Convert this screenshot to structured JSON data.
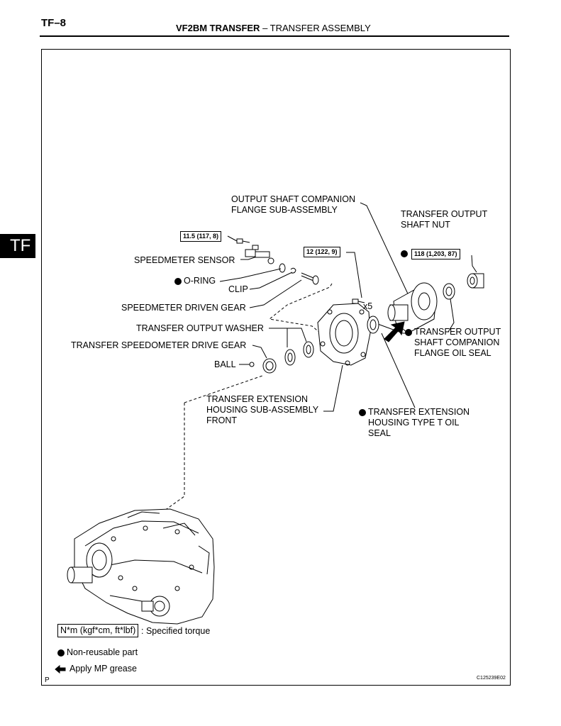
{
  "header": {
    "page_number": "TF–8",
    "title_bold": "VF2BM TRANSFER",
    "title_sep": " – ",
    "title_rest": "TRANSFER ASSEMBLY"
  },
  "side_tab": "TF",
  "torques": {
    "speed_sensor": "11.5 (117, 8)",
    "housing_bolts": "12 (122, 9)",
    "shaft_nut": "118 (1,203, 87)"
  },
  "labels": {
    "companion_flange_1": "OUTPUT SHAFT COMPANION",
    "companion_flange_2": "FLANGE SUB-ASSEMBLY",
    "shaft_nut_1": "TRANSFER OUTPUT",
    "shaft_nut_2": "SHAFT NUT",
    "speed_sensor": "SPEEDMETER SENSOR",
    "o_ring": "O-RING",
    "clip": "CLIP",
    "driven_gear": "SPEEDMETER DRIVEN GEAR",
    "washer": "TRANSFER OUTPUT WASHER",
    "drive_gear": "TRANSFER SPEEDOMETER DRIVE GEAR",
    "ball": "BALL",
    "x5": "x5",
    "flange_oil_seal_1": "TRANSFER OUTPUT",
    "flange_oil_seal_2": "SHAFT COMPANION",
    "flange_oil_seal_3": "FLANGE OIL SEAL",
    "ext_housing_1": "TRANSFER EXTENSION",
    "ext_housing_2": "HOUSING SUB-ASSEMBLY",
    "ext_housing_3": "FRONT",
    "ext_seal_1": "TRANSFER EXTENSION",
    "ext_seal_2": "HOUSING TYPE T OIL",
    "ext_seal_3": "SEAL"
  },
  "legend": {
    "torque_box": "N*m (kgf*cm, ft*lbf)",
    "torque_text": ": Specified torque",
    "non_reusable": "Non-reusable part",
    "mp_grease": "Apply MP grease"
  },
  "footer": {
    "left_code": "P",
    "right_code": "C125239E02"
  }
}
